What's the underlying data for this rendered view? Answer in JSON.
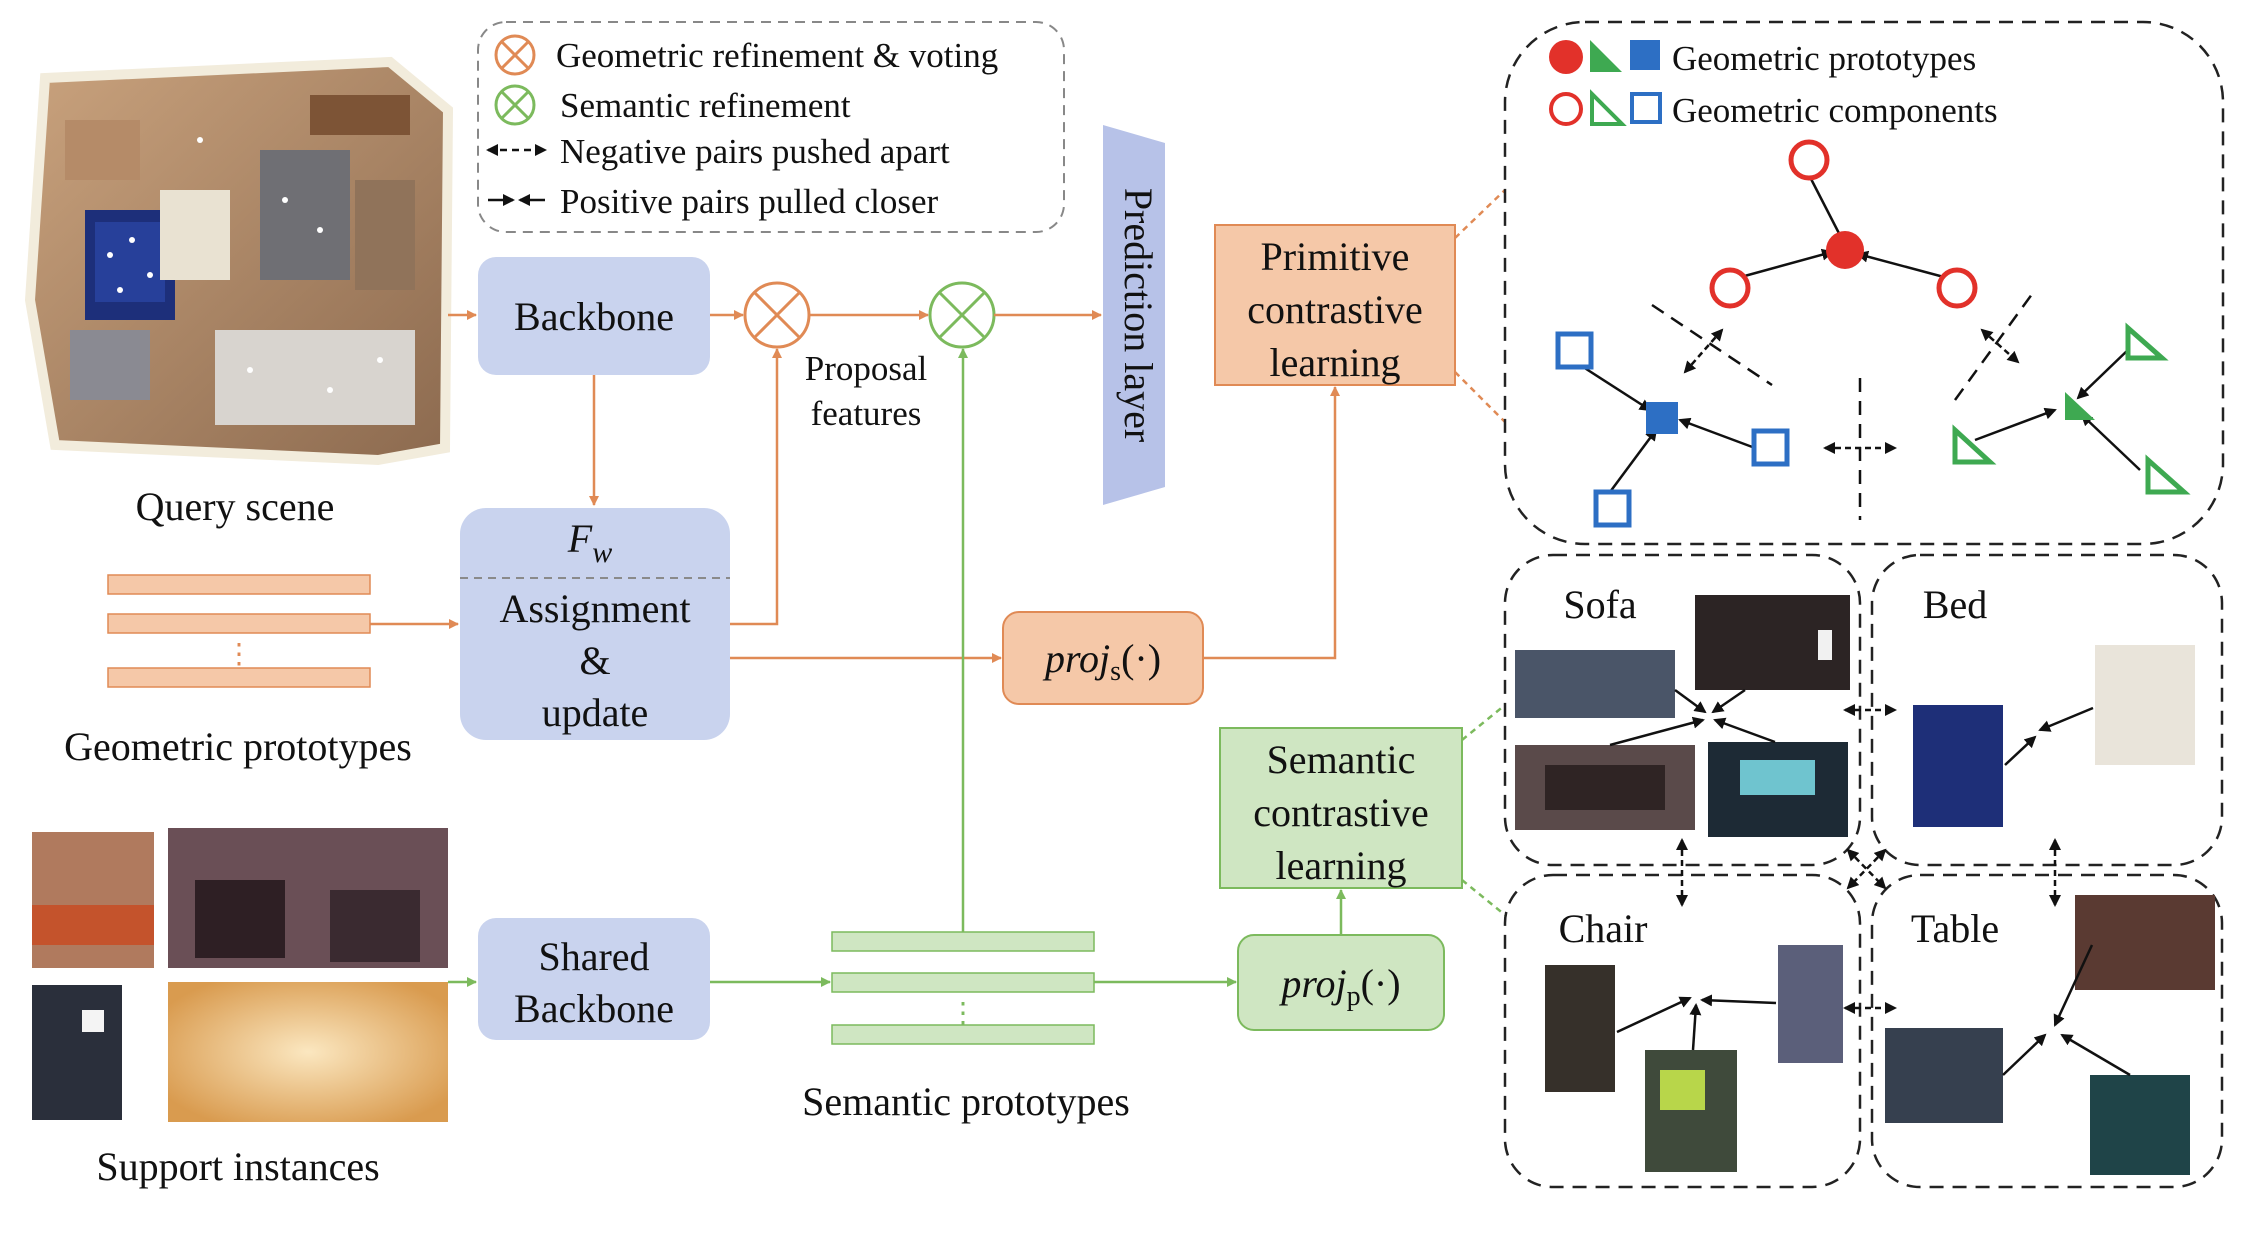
{
  "legend": {
    "geo_refine": "Geometric refinement & voting",
    "sem_refine": "Semantic refinement",
    "neg_pairs": "Negative pairs pushed apart",
    "pos_pairs": "Positive pairs pulled closer"
  },
  "labels": {
    "query_scene": "Query scene",
    "geometric_prototypes": "Geometric prototypes",
    "support_instances": "Support instances",
    "semantic_prototypes": "Semantic prototypes",
    "proposal_features": [
      "Proposal",
      "features"
    ]
  },
  "boxes": {
    "backbone": "Backbone",
    "fw": "F",
    "fw_sub": "w",
    "assignment": [
      "Assignment",
      "&",
      "update"
    ],
    "shared_backbone": [
      "Shared",
      "Backbone"
    ],
    "prediction_layer": "Prediction layer",
    "primitive_cl": [
      "Primitive",
      "contrastive",
      "learning"
    ],
    "semantic_cl": [
      "Semantic",
      "contrastive",
      "learning"
    ],
    "proj_s": "proj",
    "proj_s_sub": "s",
    "proj_p": "proj",
    "proj_p_sub": "p",
    "proj_arg": "(·)"
  },
  "geo_panel": {
    "prototypes": "Geometric prototypes",
    "components": "Geometric components"
  },
  "categories": [
    "Sofa",
    "Bed",
    "Chair",
    "Table"
  ],
  "colors": {
    "blue_box": "#c9d3ee",
    "orange_box": "#f5c8a8",
    "orange_stroke": "#e08a55",
    "green_box": "#cfe6c2",
    "green_stroke": "#7cba5d",
    "red": "#e2312a",
    "blue": "#2d6fc4",
    "green": "#3ea951",
    "prediction_layer": "#b7c2e8"
  }
}
